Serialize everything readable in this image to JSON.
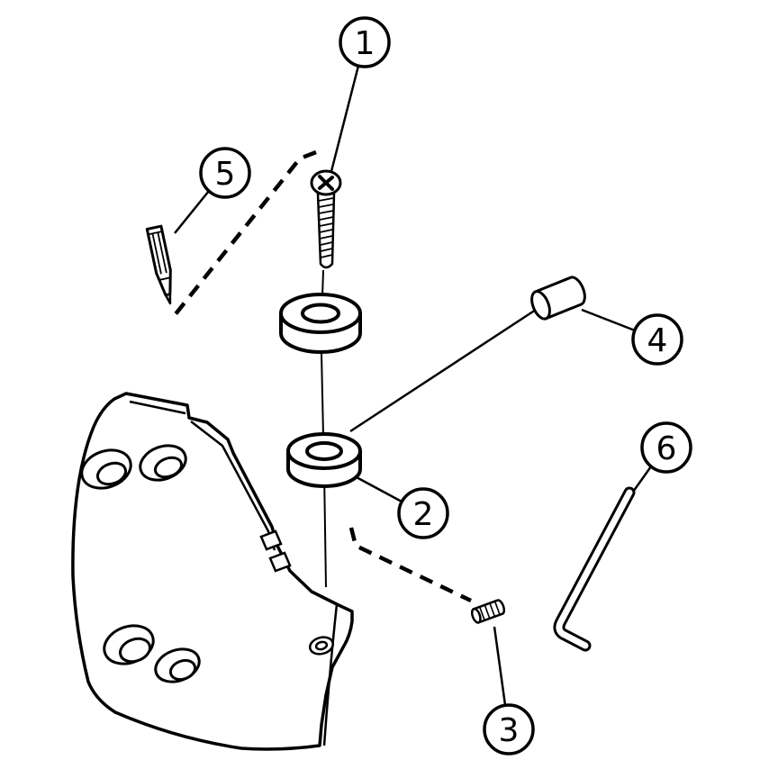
{
  "figure": {
    "type": "exploded-parts-diagram",
    "background_color": "#ffffff",
    "line_color": "#000000",
    "callouts": [
      {
        "id": "callout-1",
        "label": "1",
        "part": "clamp-screw"
      },
      {
        "id": "callout-2",
        "label": "2",
        "part": "shim-washer"
      },
      {
        "id": "callout-3",
        "label": "3",
        "part": "set-screw"
      },
      {
        "id": "callout-4",
        "label": "4",
        "part": "cylindrical-pin"
      },
      {
        "id": "callout-5",
        "label": "5",
        "part": "torx-bit"
      },
      {
        "id": "callout-6",
        "label": "6",
        "part": "hex-key"
      }
    ]
  }
}
